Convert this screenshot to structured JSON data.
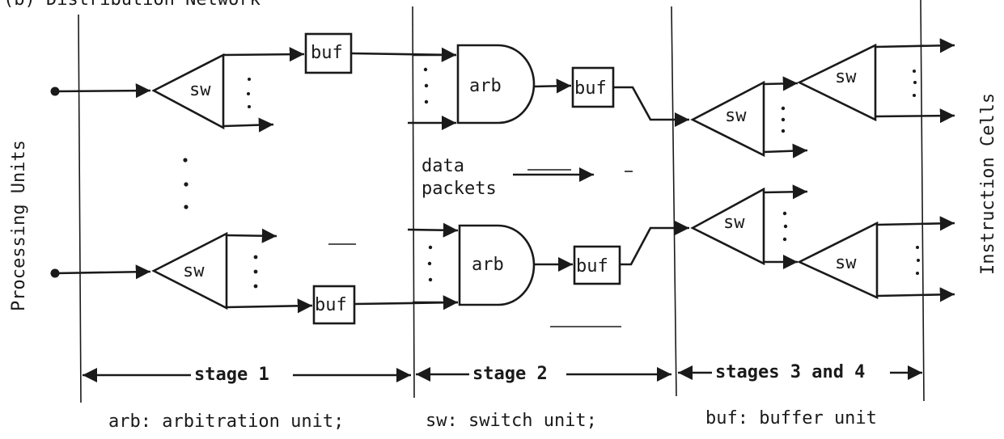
{
  "header": {
    "title": "(b)  Distribution Network"
  },
  "sides": {
    "left": "Processing Units",
    "right": "Instruction Cells"
  },
  "units": {
    "switch": "sw",
    "arbiter": "arb",
    "buffer": "buf"
  },
  "flow": {
    "line1": "data",
    "line2": "packets"
  },
  "stages": {
    "s1": "stage 1",
    "s2": "stage 2",
    "s34": "stages 3 and 4"
  },
  "legend": {
    "arb": "arb: arbitration unit;",
    "sw": "sw: switch unit;",
    "buf": "buf:  buffer unit"
  }
}
